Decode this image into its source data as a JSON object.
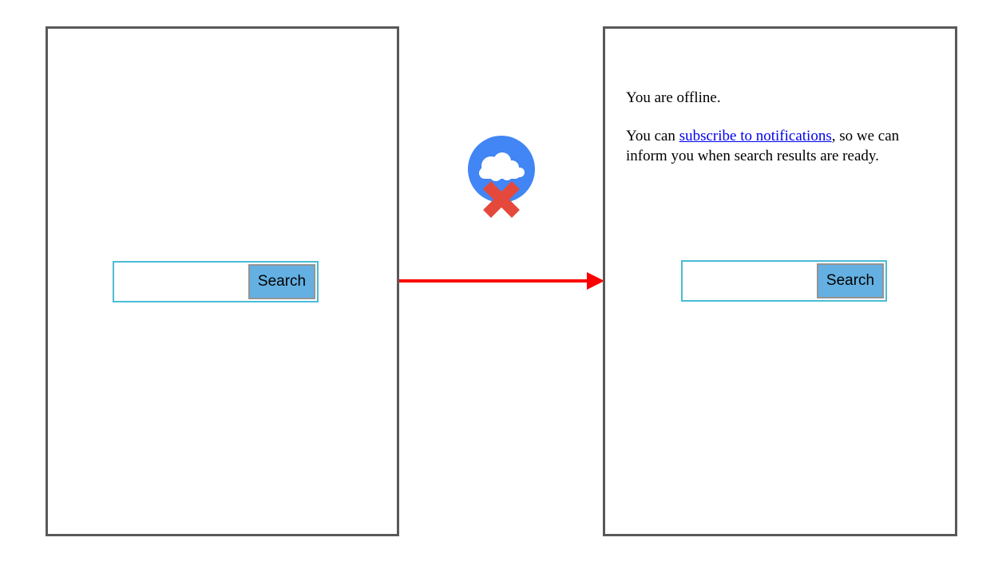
{
  "left_panel": {
    "search": {
      "input_value": "",
      "button_label": "Search"
    }
  },
  "right_panel": {
    "offline_message": "You are offline.",
    "notify_prefix": "You can ",
    "notify_link_label": "subscribe to notifications",
    "notify_suffix": ", so we can inform you when search results are ready.",
    "search": {
      "input_value": "",
      "button_label": "Search"
    }
  },
  "icons": {
    "offline_cloud": "cloud-with-x-offline-icon",
    "arrow": "red-right-arrow"
  },
  "colors": {
    "frame_border": "#595959",
    "input_border": "#4abcd6",
    "button_background": "#64b0e2",
    "button_border": "#949494",
    "arrow_red": "#fb0000",
    "cloud_circle_blue": "#4285f4",
    "offline_x_red": "#e5493c",
    "link_blue": "#0000ee"
  }
}
